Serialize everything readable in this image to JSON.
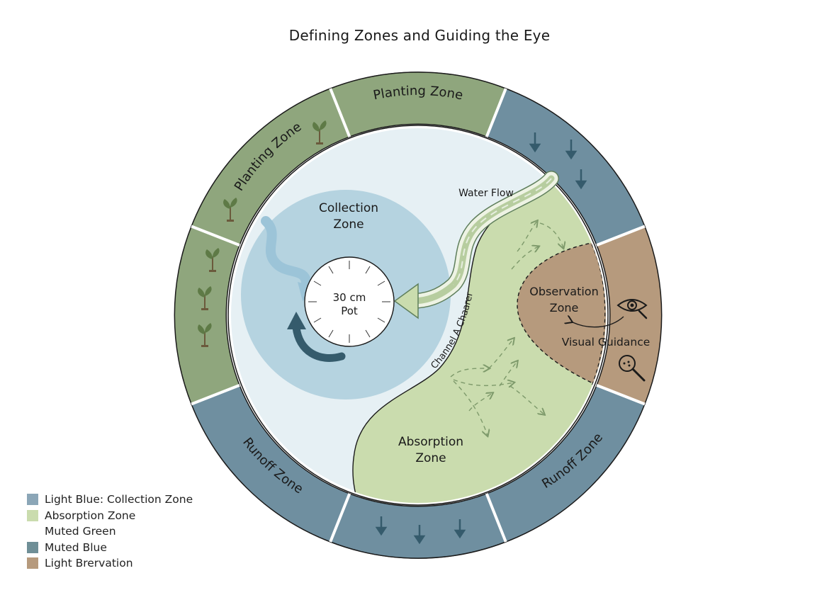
{
  "title": "Defining Zones and Guiding the Eye",
  "colors": {
    "collection": "#b5d3e0",
    "collection_inner": "#c6dde8",
    "absorption": "#cadcae",
    "planting": "#8fa67d",
    "runoff": "#6f8fa0",
    "observation": "#b69a7d",
    "arrow_dark": "#355b6c",
    "line": "#1a1a1a"
  },
  "ring": {
    "planting_top": "Planting Zone",
    "planting_left": "Planting Zone",
    "runoff_left": "Runoff Zone",
    "runoff_right": "Runoff Zone"
  },
  "zones": {
    "collection_line1": "Collection",
    "collection_line2": "Zone",
    "absorption_line1": "Absorption",
    "absorption_line2": "Zone",
    "observation_line1": "Observation",
    "observation_line2": "Zone"
  },
  "pot": {
    "line1": "30 cm",
    "line2": "Pot"
  },
  "labels": {
    "water_flow": "Water Flow",
    "channel": "Channel A Chaarer",
    "visual_guidance": "Visual Guidance"
  },
  "icons": {
    "sprout": "sprout-icon",
    "down_arrow": "down-arrow-icon",
    "eye": "eye-icon",
    "magnifier": "magnifier-icon"
  },
  "legend": [
    {
      "label": "Light Blue: Collection Zone",
      "color": "#8ba6b7"
    },
    {
      "label": "Absorption Zone",
      "color": "#cadcae"
    },
    {
      "label": "Muted Green",
      "color": ""
    },
    {
      "label": "Muted Blue",
      "color": "#6f8f97"
    },
    {
      "label": "Light Brervation",
      "color": "#b69a7d"
    }
  ]
}
